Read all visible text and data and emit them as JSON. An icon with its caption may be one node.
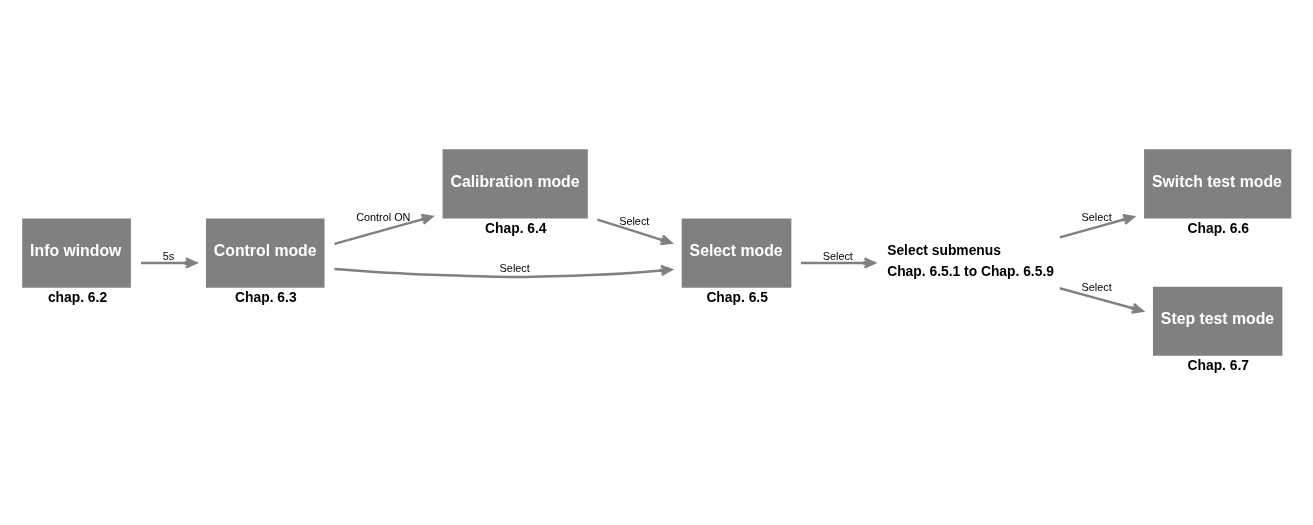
{
  "diagram": {
    "nodes": [
      {
        "text": [
          "Info window"
        ],
        "beside": [
          "chap. 6.2"
        ]
      },
      {
        "text": [
          "Control mode"
        ],
        "beside": [
          "Chap. 6.3"
        ]
      },
      {
        "text": [
          "Calibration mode"
        ],
        "beside": [
          "Chap. 6.4"
        ]
      },
      {
        "text": [
          "Select mode"
        ],
        "beside": [
          "Chap. 6.5"
        ]
      },
      {
        "text": [
          "Select submenus",
          "Chap. 6.5.1 to Chap. 6.5.9"
        ]
      },
      {
        "text": [
          "Switch test mode"
        ],
        "beside": [
          "Chap. 6.6"
        ]
      },
      {
        "text": [
          "Step test mode"
        ],
        "beside": [
          "Chap. 6.7"
        ]
      }
    ],
    "edges": [
      {
        "from": 0,
        "to": 1,
        "arrow": "to",
        "label": "5s"
      },
      {
        "from": 1,
        "to": 2,
        "arrow": "to",
        "label": "Control ON"
      },
      {
        "from": 1,
        "to": 3,
        "arrow": "to",
        "label": "Select"
      },
      {
        "from": 2,
        "to": 3,
        "arrow": "to",
        "label": "Select"
      },
      {
        "from": 3,
        "to": 4,
        "arrow": "to",
        "label": "Select"
      },
      {
        "from": 4,
        "to": 5,
        "arrow": "to",
        "label": "Select"
      },
      {
        "from": 4,
        "to": 6,
        "arrow": "to",
        "label": "Select"
      }
    ]
  }
}
